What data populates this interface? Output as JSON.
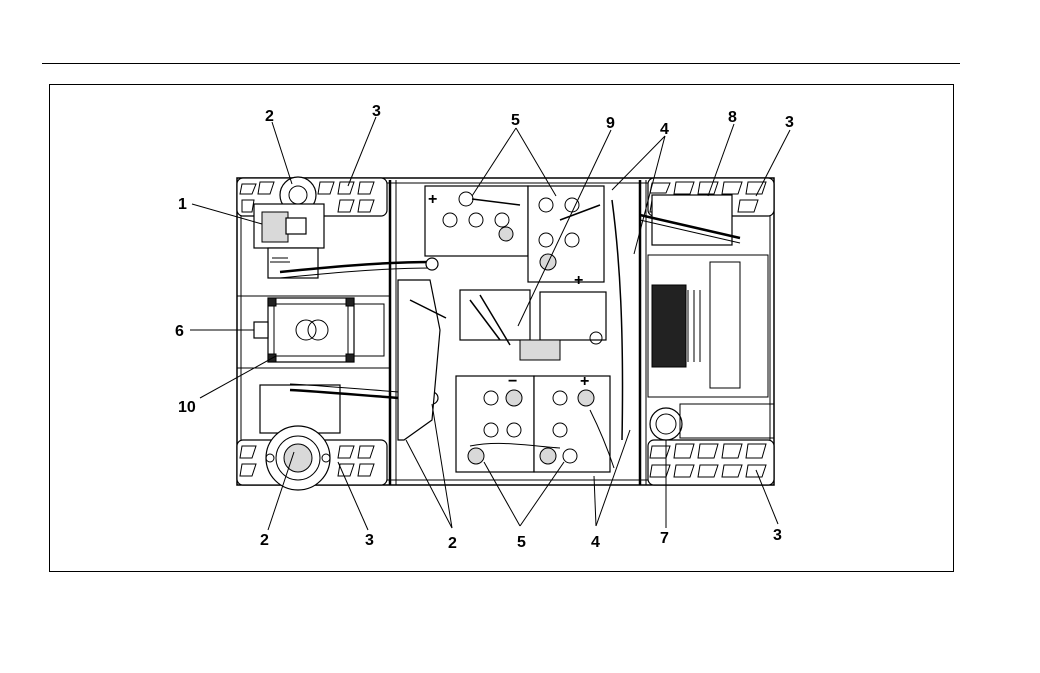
{
  "figure": {
    "callouts": [
      {
        "id": "c1",
        "text": "1"
      },
      {
        "id": "c2a",
        "text": "2"
      },
      {
        "id": "c3a",
        "text": "3"
      },
      {
        "id": "c5a",
        "text": "5"
      },
      {
        "id": "c9",
        "text": "9"
      },
      {
        "id": "c4a",
        "text": "4"
      },
      {
        "id": "c8",
        "text": "8"
      },
      {
        "id": "c3b",
        "text": "3"
      },
      {
        "id": "c6",
        "text": "6"
      },
      {
        "id": "c10",
        "text": "10"
      },
      {
        "id": "c2b",
        "text": "2"
      },
      {
        "id": "c3c",
        "text": "3"
      },
      {
        "id": "c2c",
        "text": "2"
      },
      {
        "id": "c5b",
        "text": "5"
      },
      {
        "id": "c4b",
        "text": "4"
      },
      {
        "id": "c7",
        "text": "7"
      },
      {
        "id": "c3d",
        "text": "3"
      }
    ],
    "battery_terminal_plus": "+",
    "battery_terminal_minus": "−"
  }
}
